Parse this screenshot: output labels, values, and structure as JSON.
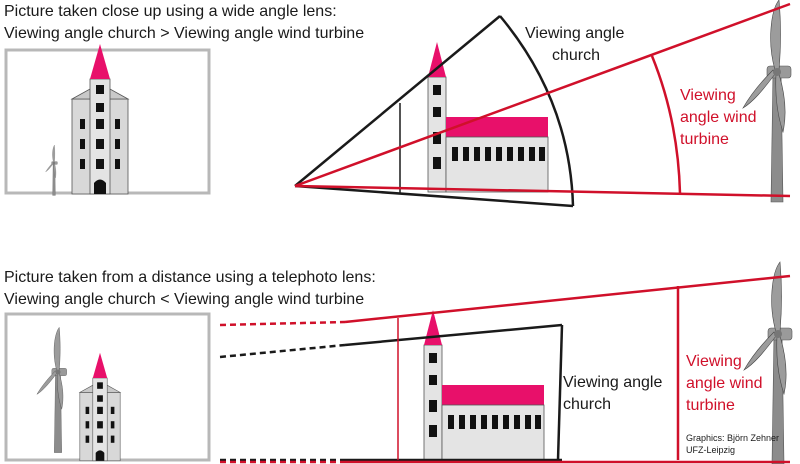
{
  "top_panel": {
    "title_line1": "Picture taken close up using a wide angle lens:",
    "title_line2": "Viewing angle  church > Viewing angle wind turbine",
    "label_church_line1": "Viewing angle",
    "label_church_line2": "church",
    "label_turbine_line1": "Viewing",
    "label_turbine_line2": "angle wind",
    "label_turbine_line3": "turbine"
  },
  "bottom_panel": {
    "title_line1": "Picture taken from a distance using a telephoto lens:",
    "title_line2": "Viewing angle church < Viewing angle wind turbine",
    "label_church_line1": "Viewing angle",
    "label_church_line2": "church",
    "label_turbine_line1": "Viewing",
    "label_turbine_line2": "angle wind",
    "label_turbine_line3": "turbine"
  },
  "credits": {
    "line1": "Graphics: Björn Zehner",
    "line2": "UFZ-Leipzig"
  },
  "colors": {
    "church_angle": "#1a1a1a",
    "turbine_angle": "#d0102a",
    "church_roof": "#e8106a",
    "frame": "#b8b8b8"
  }
}
